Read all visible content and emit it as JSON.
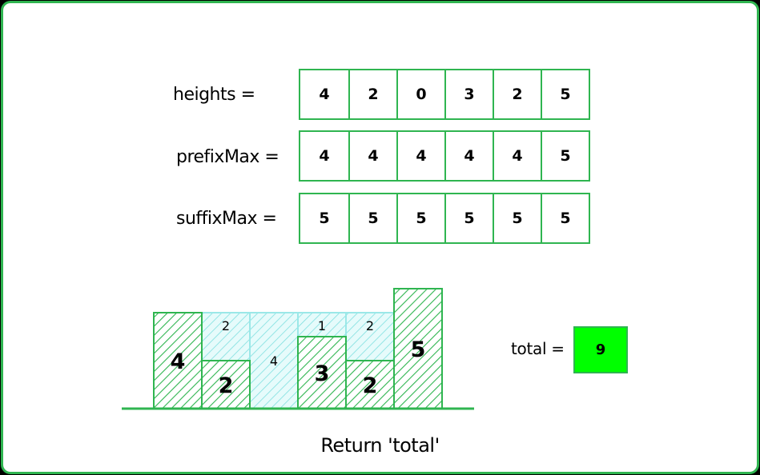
{
  "arrays": [
    {
      "label": "heights =",
      "values": [
        "4",
        "2",
        "0",
        "3",
        "2",
        "5"
      ]
    },
    {
      "label": "prefixMax =",
      "values": [
        "4",
        "4",
        "4",
        "4",
        "4",
        "5"
      ]
    },
    {
      "label": "suffixMax =",
      "values": [
        "5",
        "5",
        "5",
        "5",
        "5",
        "5"
      ]
    }
  ],
  "diagram": {
    "heights": [
      4,
      2,
      0,
      3,
      2,
      5
    ],
    "water": [
      0,
      2,
      4,
      1,
      2,
      0
    ],
    "bar_labels": [
      "4",
      "2",
      "",
      "3",
      "2",
      "5"
    ],
    "water_labels": [
      "",
      "2",
      "4",
      "1",
      "2",
      ""
    ]
  },
  "total": {
    "label": "total =",
    "value": "9"
  },
  "caption": "Return 'total'",
  "colors": {
    "border": "#2fb550",
    "bar_hatch": "#2fb550",
    "water_hatch": "#7fe0e0",
    "water_fill": "#e6fbfb",
    "total_fill": "#00ff00"
  }
}
